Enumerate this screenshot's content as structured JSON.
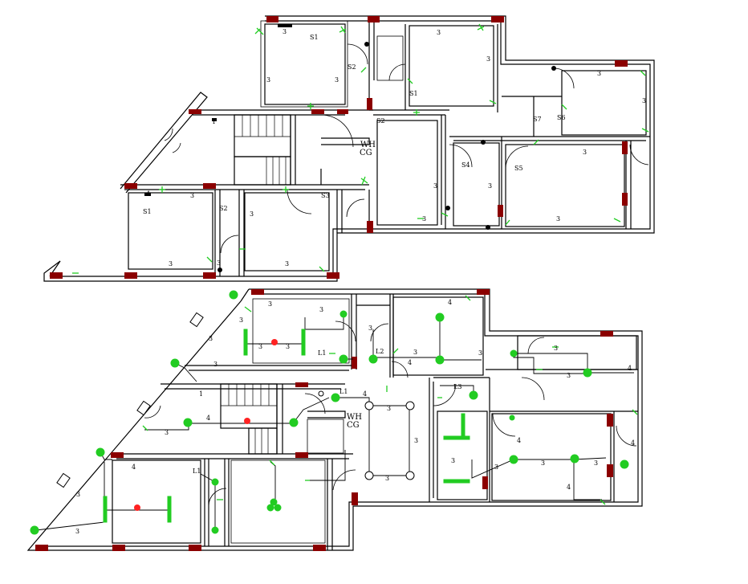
{
  "plan_upper": {
    "circuit_numbers": [
      "3",
      "3",
      "3",
      "3",
      "3",
      "3",
      "3",
      "3",
      "3",
      "3",
      "3",
      "3",
      "3",
      "3",
      "3",
      "3",
      "3",
      "4",
      "1"
    ],
    "switch_labels": [
      "S1",
      "S2",
      "S1",
      "S2",
      "S7",
      "S6",
      "S4",
      "S5",
      "S1",
      "S2",
      "S3"
    ],
    "wh_label": "WH",
    "cg_label": "CG"
  },
  "plan_lower": {
    "circuit_numbers": [
      "3",
      "3",
      "3",
      "3",
      "3",
      "3",
      "4",
      "3",
      "3",
      "3",
      "3",
      "3",
      "4",
      "3",
      "4",
      "4",
      "3",
      "3",
      "3",
      "4",
      "3",
      "4",
      "4",
      "3",
      "3",
      "3",
      "3",
      "4",
      "3",
      "3",
      "1",
      "4"
    ],
    "light_labels": [
      "L1",
      "L2",
      "L1",
      "L3",
      "L1"
    ],
    "wh_label": "WH",
    "cg_label": "CG"
  },
  "colors": {
    "wall": "#000000",
    "column": "#8b0000",
    "fixture": "#22cc22",
    "fan": "#ff2222"
  }
}
